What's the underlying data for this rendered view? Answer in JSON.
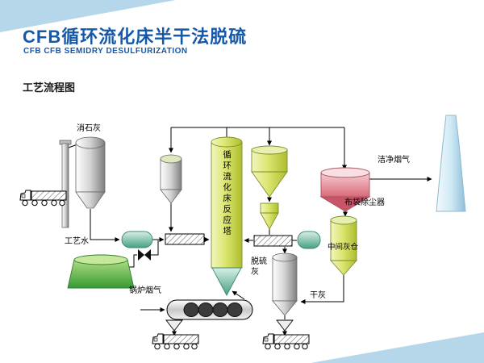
{
  "header": {
    "title": "CFB循环流化床半干法脱硫",
    "subtitle": "CFB CFB SEMIDRY DESULFURIZATION",
    "section_label": "工艺流程图"
  },
  "diagram": {
    "labels": {
      "slaked_lime": "消石灰",
      "process_water": "工艺水",
      "boiler_flue_gas": "锅炉烟气",
      "reactor_tower": "循环流化床反应塔",
      "desulfurized_ash": "脱硫灰",
      "bag_filter": "布袋除尘器",
      "intermediate_ash_silo": "中间灰仓",
      "dry_ash": "干灰",
      "clean_flue_gas": "洁净烟气"
    }
  },
  "colors": {
    "title_blue": "#1658a8",
    "corner_triangle_blue": "#b5d7e9",
    "vessel_yellow_green": "#dce671",
    "vessel_gray": "#d2d2d2",
    "bag_filter_pink": "#d86a78",
    "process_water_green": "#379a35",
    "teal_green": "#47a084",
    "chimney_light_blue": "#cfe9f5",
    "line_black": "#000000"
  }
}
